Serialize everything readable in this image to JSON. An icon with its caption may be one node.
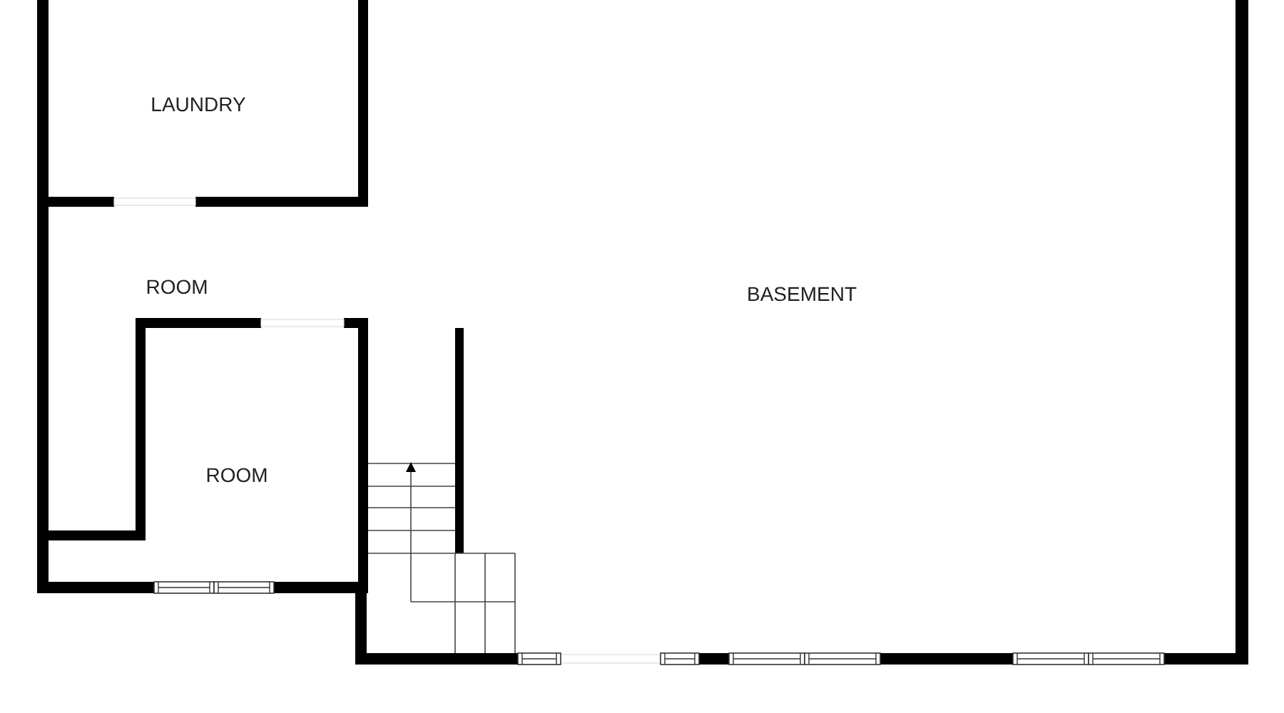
{
  "diagram": {
    "nodes": [
      {
        "text": [
          "LAUNDRY"
        ]
      },
      {
        "text": [
          "ROOM"
        ]
      },
      {
        "text": [
          "BASEMENT"
        ]
      },
      {
        "text": [
          "ROOM"
        ]
      }
    ],
    "edges": []
  }
}
